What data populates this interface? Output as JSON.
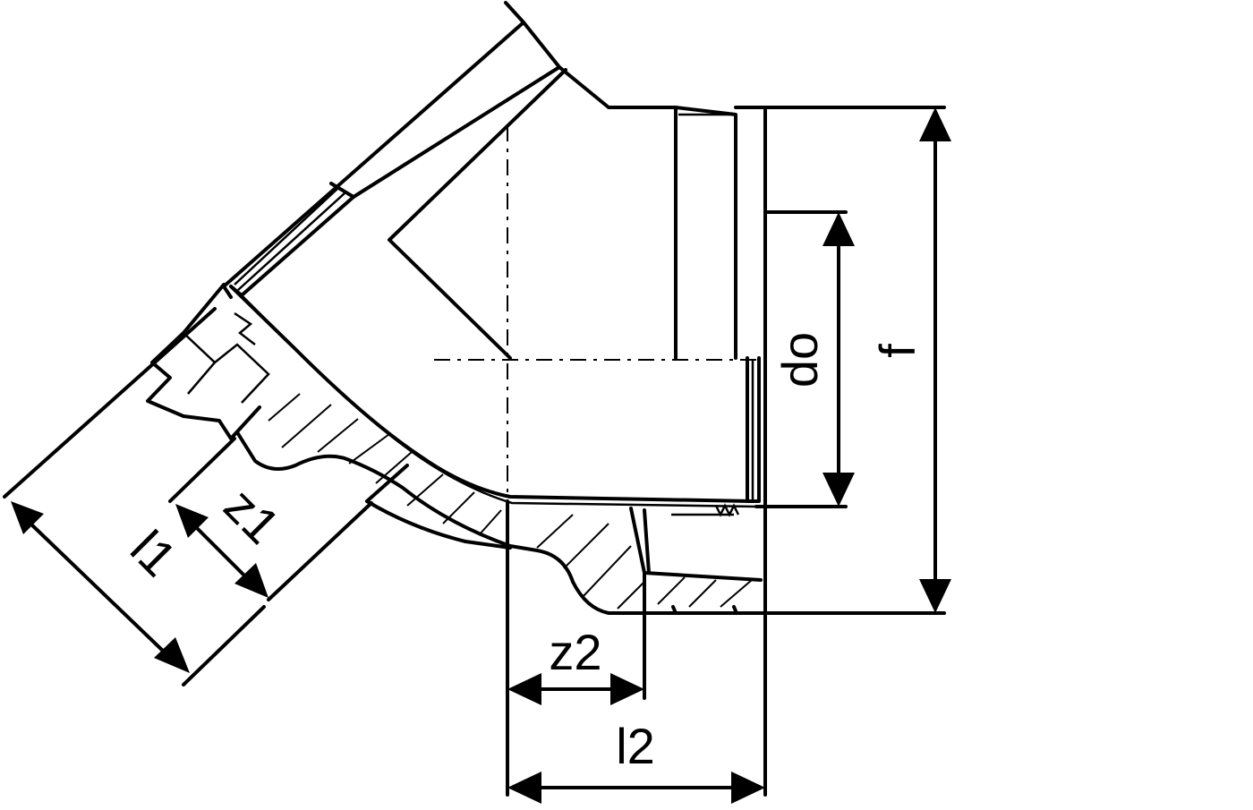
{
  "dimensions": {
    "l1": "l1",
    "z1": "z1",
    "z2": "z2",
    "l2": "l2",
    "do": "do",
    "f": "f"
  },
  "colors": {
    "line": "#000000",
    "background": "#ffffff"
  }
}
